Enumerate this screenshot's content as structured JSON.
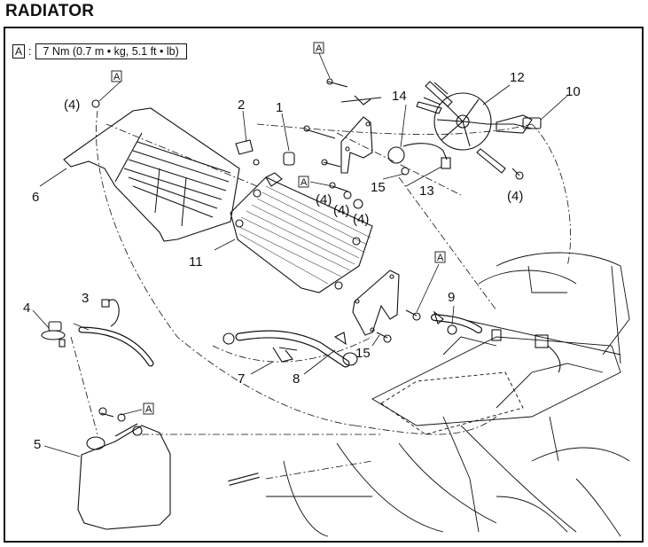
{
  "title": "RADIATOR",
  "legend": {
    "marker": "A",
    "separator": ":",
    "torque": "7 Nm (0.7 m • kg, 5.1 ft • lb)"
  },
  "callouts": {
    "c1": "1",
    "c2": "2",
    "c3": "3",
    "c4": "4",
    "c5": "5",
    "c6": "6",
    "c7": "7",
    "c8": "8",
    "c9": "9",
    "c10": "10",
    "c11": "11",
    "c12": "12",
    "c13": "13",
    "c14": "14",
    "c15a": "15",
    "c15b": "15"
  },
  "quantities": {
    "q_shroud_bolt": "(4)",
    "q_fan_bolt": "(4)",
    "q_radiator_bolt": "(4)",
    "q_radiator_washer1": "(4)",
    "q_radiator_washer2": "(4)"
  },
  "torque_marks": {
    "shroud": "A",
    "fan_bracket": "A",
    "radiator_bolt": "A",
    "stay_bolt": "A",
    "tank_bolt": "A"
  }
}
